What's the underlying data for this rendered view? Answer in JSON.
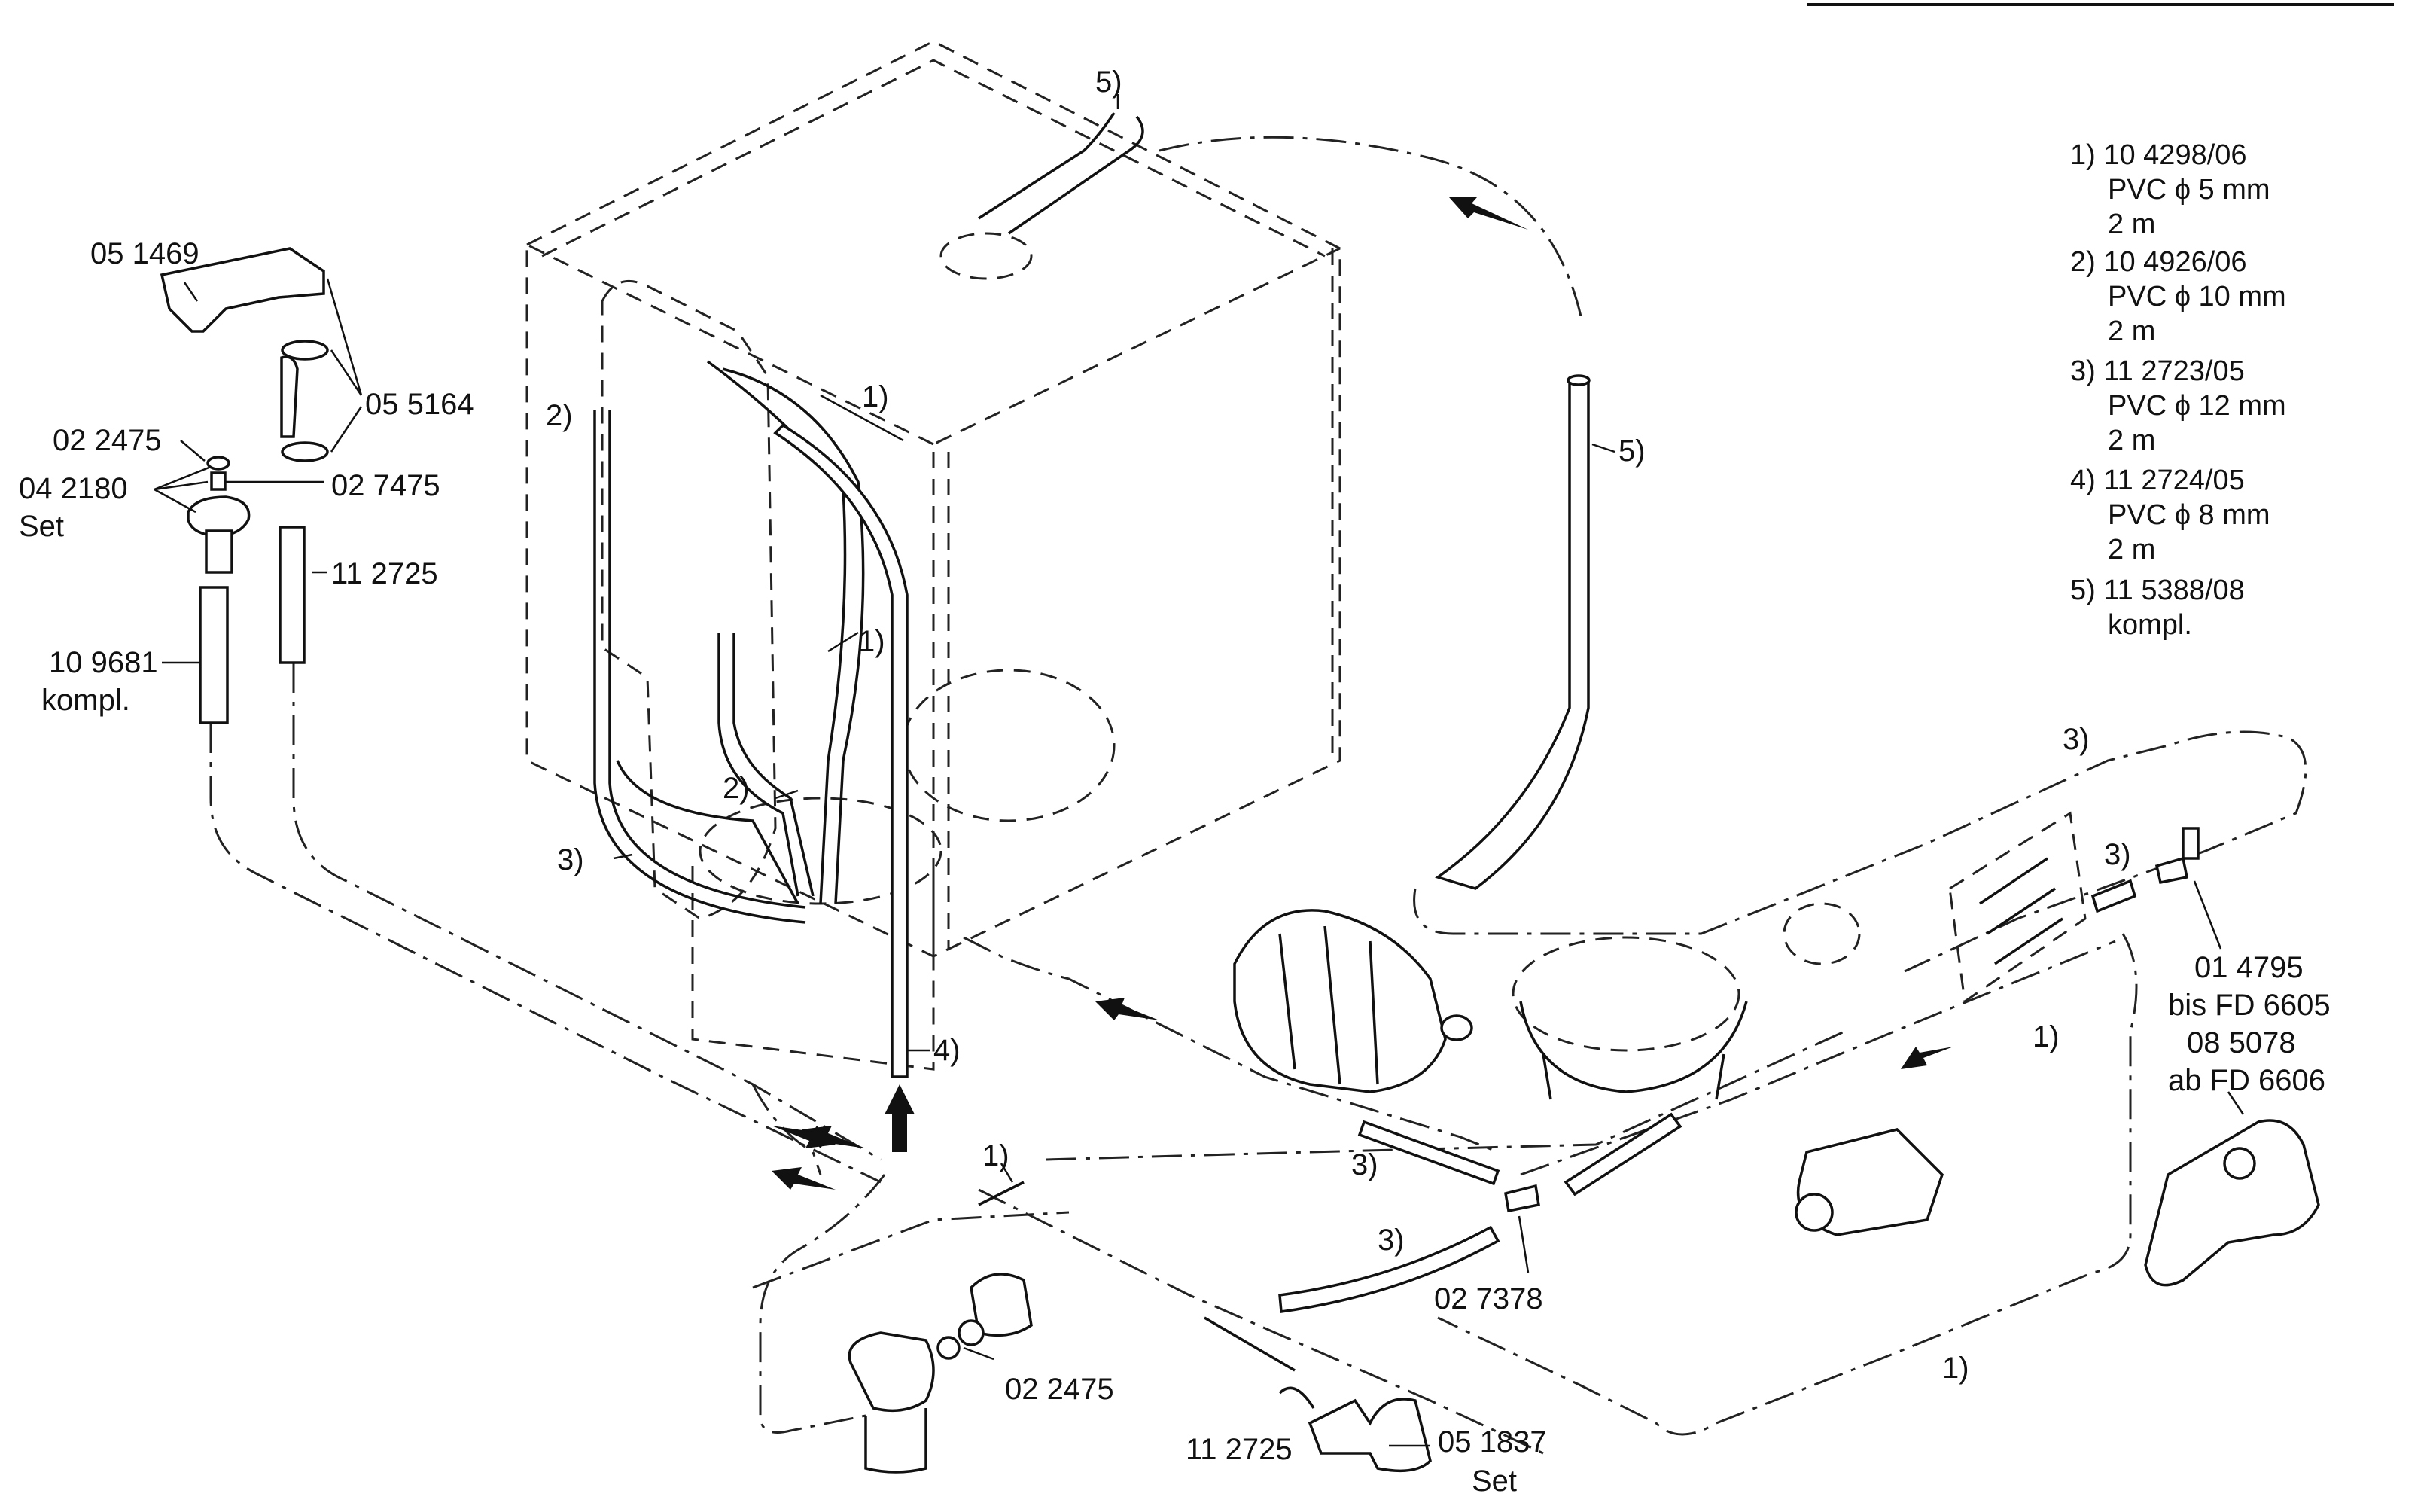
{
  "legend": [
    {
      "line1": "1) 10 4298/06",
      "line2": "PVC ϕ 5 mm",
      "line3": "2 m"
    },
    {
      "line1": "2) 10 4926/06",
      "line2": "PVC ϕ 10 mm",
      "line3": "2 m"
    },
    {
      "line1": "3) 11 2723/05",
      "line2": "PVC ϕ 12 mm",
      "line3": "2 m"
    },
    {
      "line1": "4) 11 2724/05",
      "line2": "PVC ϕ 8 mm",
      "line3": "2 m"
    },
    {
      "line1": "5) 11 5388/08",
      "line2": "kompl."
    }
  ],
  "parts": {
    "p051469": "05 1469",
    "p055164": "05 5164",
    "p022475a": "02 2475",
    "p042180": "04 2180",
    "set1": "Set",
    "p027475": "02 7475",
    "p112725a": "11 2725",
    "p109681": "10 9681",
    "kompl": "kompl.",
    "p014795": "01 4795",
    "bis": "bis FD 6605",
    "p085078": "08 5078",
    "ab": "ab FD 6606",
    "p027378": "02 7378",
    "p022475b": "02 2475",
    "p112725b": "11 2725",
    "p051837": "05 1837",
    "set2": "Set"
  },
  "callouts": {
    "c1a": "1)",
    "c1b": "1)",
    "c1c": "1)",
    "c1d": "1)",
    "c1e": "1)",
    "c2a": "2)",
    "c2b": "2)",
    "c3a": "3)",
    "c3b": "3)",
    "c3c": "3)",
    "c3d": "3)",
    "c3e": "3)",
    "c4": "4)",
    "c5a": "5)",
    "c5b": "5)"
  }
}
